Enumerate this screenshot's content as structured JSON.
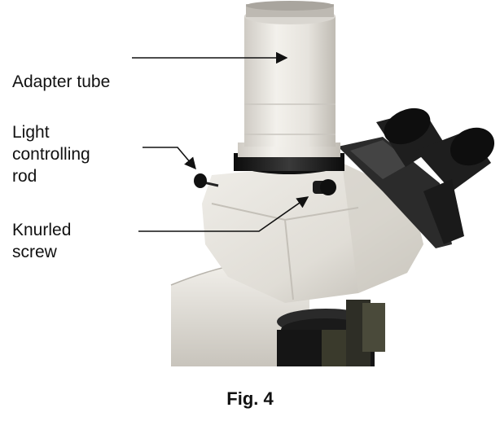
{
  "labels": {
    "adapter_tube": "Adapter tube",
    "light_rod_line1": "Light",
    "light_rod_line2": "controlling",
    "light_rod_line3": "rod",
    "knurled_line1": "Knurled",
    "knurled_line2": "screw"
  },
  "caption": "Fig. 4",
  "colors": {
    "body_light": "#e8e6e1",
    "body_shadow": "#c9c6bf",
    "metal_dark": "#1b1b1b",
    "text": "#111111"
  }
}
